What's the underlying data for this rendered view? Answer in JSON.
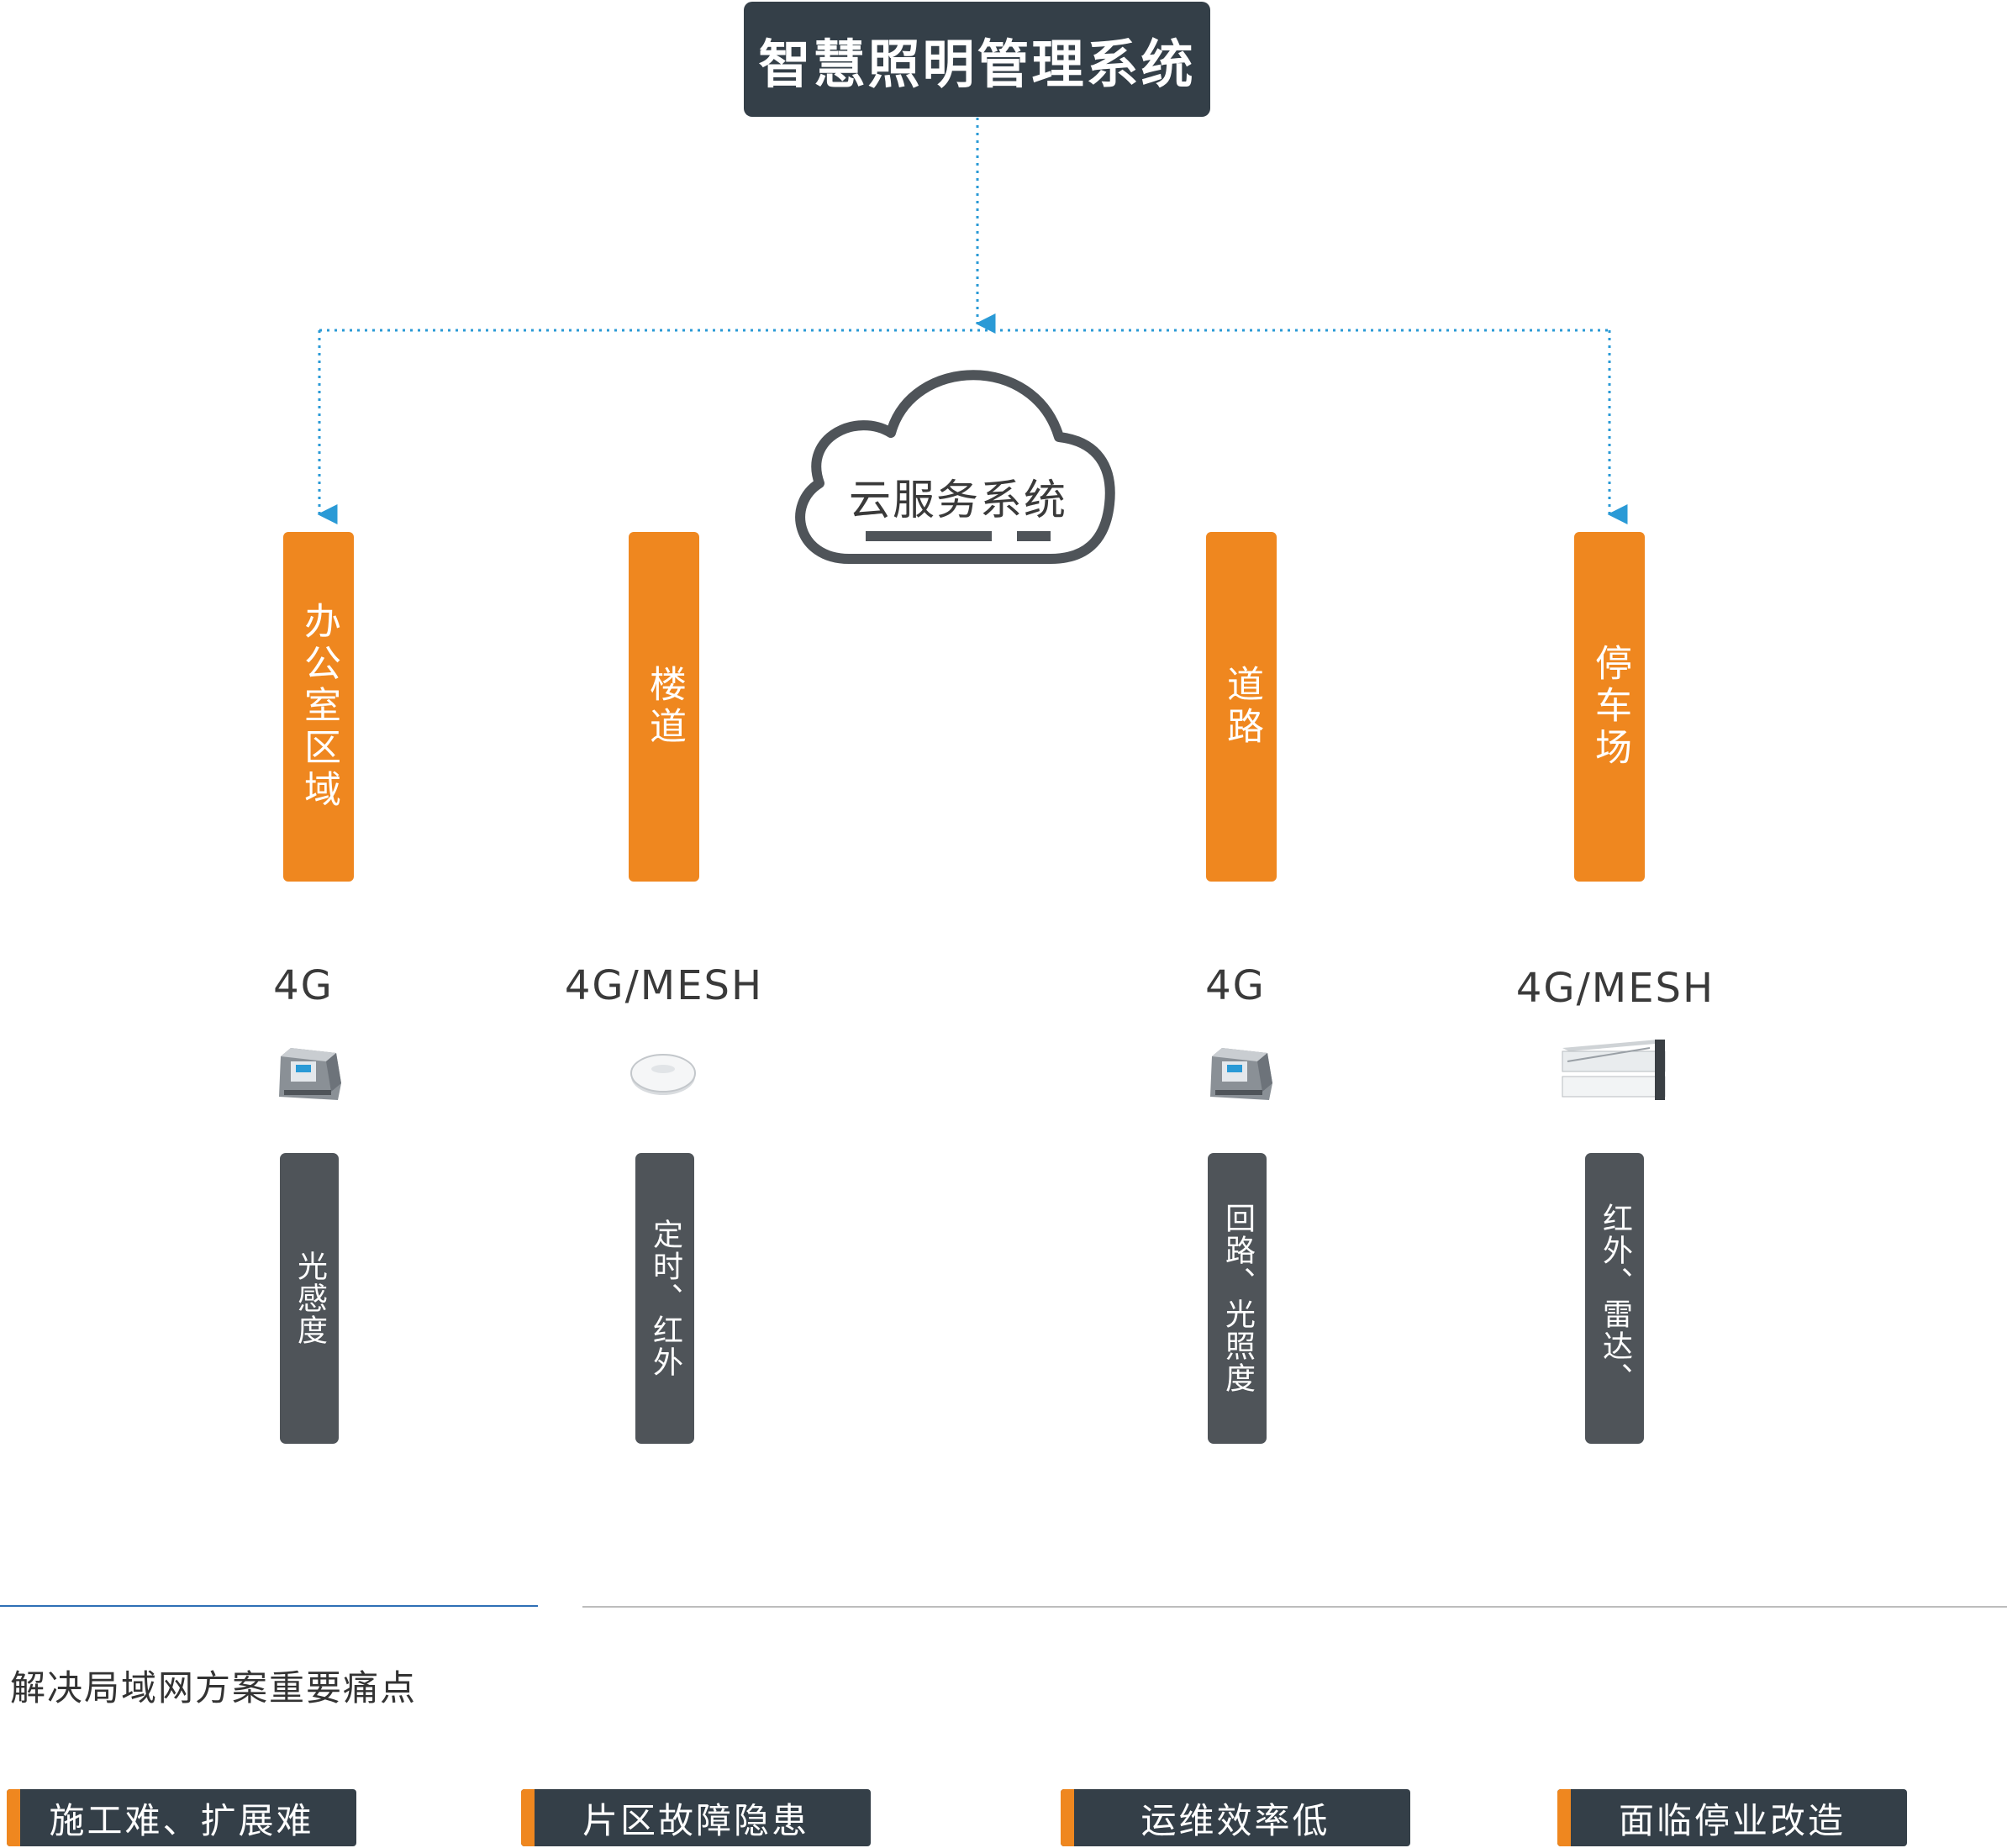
{
  "system_title": "智慧照明管理系统",
  "cloud_label": "云服务系统",
  "zones": [
    {
      "label": "办公室区域",
      "protocol": "4G",
      "device_icon": "controller-module-icon",
      "features": "光感度"
    },
    {
      "label": "楼道",
      "protocol": "4G/MESH",
      "device_icon": "ceiling-sensor-icon",
      "features": "定时、红外"
    },
    {
      "label": "道路",
      "protocol": "4G",
      "device_icon": "controller-module-icon",
      "features": "回路、光照度"
    },
    {
      "label": "停车场",
      "protocol": "4G/MESH",
      "device_icon": "linear-light-icon",
      "features": "红外、雷达、"
    }
  ],
  "pain_points": {
    "heading": "解决局域网方案重要痛点",
    "items": [
      "施工难、扩展难",
      "片区故障隐患",
      "运维效率低",
      "面临停业改造"
    ]
  },
  "colors": {
    "dark_slate": "#343f48",
    "orange": "#ef871f",
    "sensor_gray": "#4f5459",
    "connector_blue": "#2a9ad6",
    "rule_blue": "#2e6fb5"
  }
}
